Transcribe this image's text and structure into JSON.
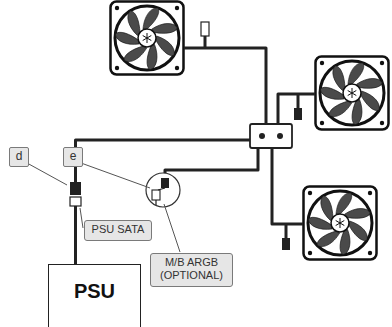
{
  "diagram": {
    "nodes": [
      {
        "text": [
          "d"
        ]
      },
      {
        "text": [
          "e"
        ]
      },
      {
        "text": [
          "PSU SATA"
        ]
      },
      {
        "text": [
          "M/B ARGB (OPTIONAL)"
        ]
      },
      {
        "text": [
          "PSU"
        ]
      }
    ]
  }
}
